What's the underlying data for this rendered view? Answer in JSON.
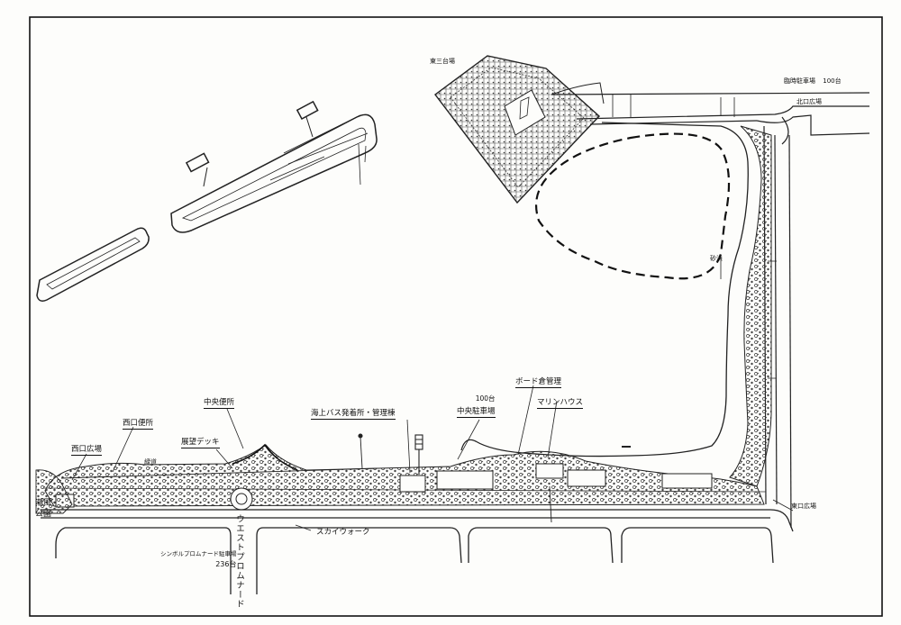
{
  "map": {
    "labels": {
      "higashi_sanjo": "東三台場",
      "temp_parking": "臨時駐車場",
      "temp_parking_count": "100台",
      "north_plaza": "北口広場",
      "sand_beach": "砂浜",
      "central_toilet": "中央便所",
      "west_toilet": "西口便所",
      "west_plaza": "西口広場",
      "viewing_deck": "展望デッキ",
      "green_path": "緑道",
      "water_bus": "海上バス発着所・管理棟",
      "central_parking_count": "100台",
      "central_parking": "中央駐車場",
      "boat_storage": "ボード倉管理",
      "marine_house": "マリンハウス",
      "east_plaza": "東口広場",
      "skywalk": "スカイウォーク",
      "park_line1": "潮風",
      "park_line2": "公園",
      "symbol_parking": "シンボルプロムナード駐車場",
      "symbol_parking_count": "236台",
      "west_promenade": "ウエストプロムナード"
    }
  }
}
